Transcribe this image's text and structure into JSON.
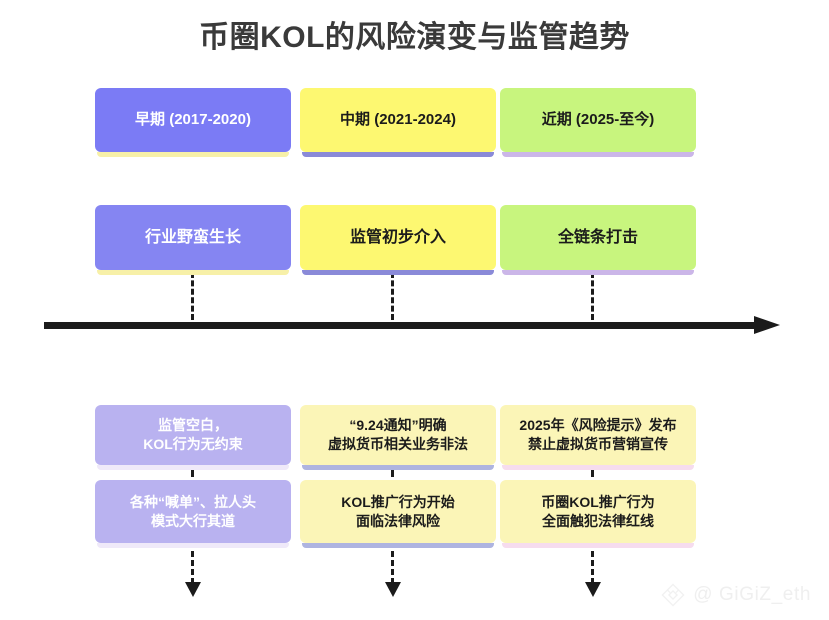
{
  "title": "币圈KOL的风险演变与监管趋势",
  "colors": {
    "purple_strong": "#7b7bf5",
    "purple_light": "#b9b2f0",
    "yellow_strong": "#fdf871",
    "yellow_light": "#fbf5b7",
    "green_strong": "#c8f57e",
    "shadow_yellow": "#f7f0a8",
    "shadow_purple": "#8a8ad8",
    "shadow_lilac": "#cbb6e8",
    "shadow_pink": "#f6dcee",
    "axis": "#1b1b1b",
    "title_text": "#3a3a3a"
  },
  "timeline": {
    "axis_label": "time-axis",
    "arrow_direction": "right"
  },
  "columns": [
    {
      "id": "early",
      "period": "早期 (2017-2020)",
      "stage": "行业野蛮生长",
      "event_1": "监管空白，\nKOL行为无约束",
      "event_2": "各种“喊单”、拉人头\n模式大行其道"
    },
    {
      "id": "middle",
      "period": "中期 (2021-2024)",
      "stage": "监管初步介入",
      "event_1": "“9.24通知”明确\n虚拟货币相关业务非法",
      "event_2": "KOL推广行为开始\n面临法律风险"
    },
    {
      "id": "recent",
      "period": "近期 (2025-至今)",
      "stage": "全链条打击",
      "event_1": "2025年《风险提示》发布\n禁止虚拟货币营销宣传",
      "event_2": "币圈KOL推广行为\n全面触犯法律红线"
    }
  ],
  "watermark": {
    "handle": "@ GiGiZ_eth",
    "logo_icon": "diamond-logo-icon"
  }
}
